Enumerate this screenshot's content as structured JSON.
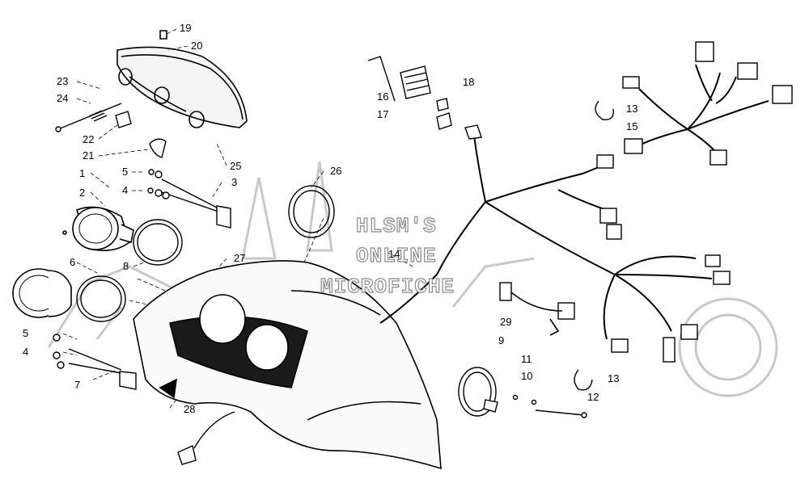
{
  "watermark": {
    "line1": "HLSM'S",
    "line2": "ONLINE",
    "line3": "MICROFICHE"
  },
  "callouts": {
    "c1": "1",
    "c2": "2",
    "c3": "3",
    "c4a": "4",
    "c4b": "4",
    "c5a": "5",
    "c5b": "5",
    "c6": "6",
    "c7": "7",
    "c8": "8",
    "c9": "9",
    "c10": "10",
    "c11": "11",
    "c12": "12",
    "c13a": "13",
    "c13b": "13",
    "c14": "14",
    "c15": "15",
    "c16": "16",
    "c17": "17",
    "c18": "18",
    "c19": "19",
    "c20": "20",
    "c21": "21",
    "c22": "22",
    "c23": "23",
    "c24": "24",
    "c25": "25",
    "c26": "26",
    "c27": "27",
    "c28": "28",
    "c29": "29"
  }
}
